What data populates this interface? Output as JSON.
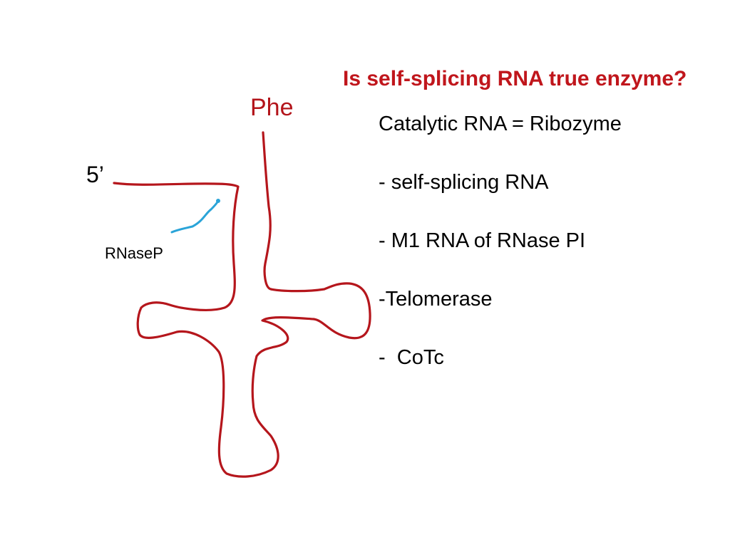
{
  "slide": {
    "title": "Is self-splicing RNA true enzyme?",
    "title_color": "#c0161c",
    "bullets": [
      "Catalytic RNA = Ribozyme",
      "- self-splicing RNA",
      "- M1 RNA of RNase PI",
      "-Telomerase",
      "-  CoTc"
    ]
  },
  "diagram": {
    "trna_label": "Phe",
    "five_prime_label": "5’",
    "enzyme_label": "RNaseP",
    "trna_color": "#b5161c",
    "cut_mark_color": "#2aa4d8"
  }
}
